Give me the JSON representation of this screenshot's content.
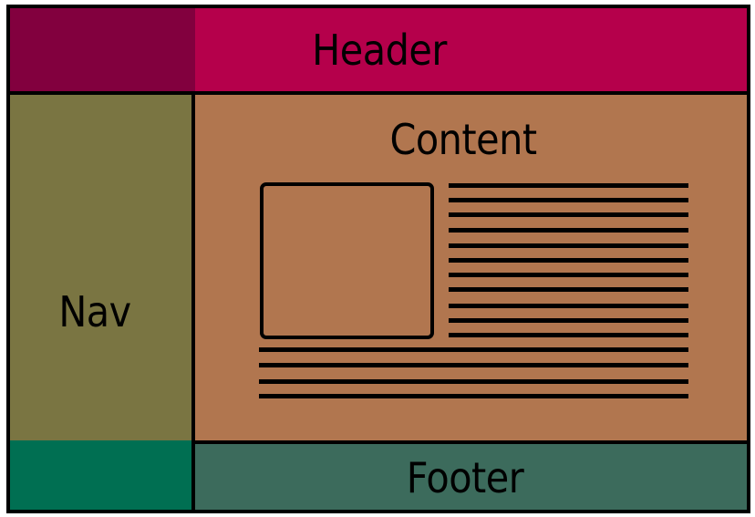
{
  "diagram": {
    "title": "Web page layout diagram",
    "regions": {
      "header": {
        "label": "Header",
        "color": "#b5004b",
        "corner_color": "#82003e"
      },
      "nav": {
        "label": "Nav",
        "color": "#7a7542"
      },
      "content": {
        "label": "Content",
        "color": "#b1764f"
      },
      "footer": {
        "label": "Footer",
        "color": "#3c6b5c",
        "corner_color": "#006f52"
      }
    },
    "content_elements": {
      "image_placeholder": "rounded square box",
      "side_text_lines": 11,
      "bottom_text_lines": 4
    },
    "border_color": "#000000"
  }
}
